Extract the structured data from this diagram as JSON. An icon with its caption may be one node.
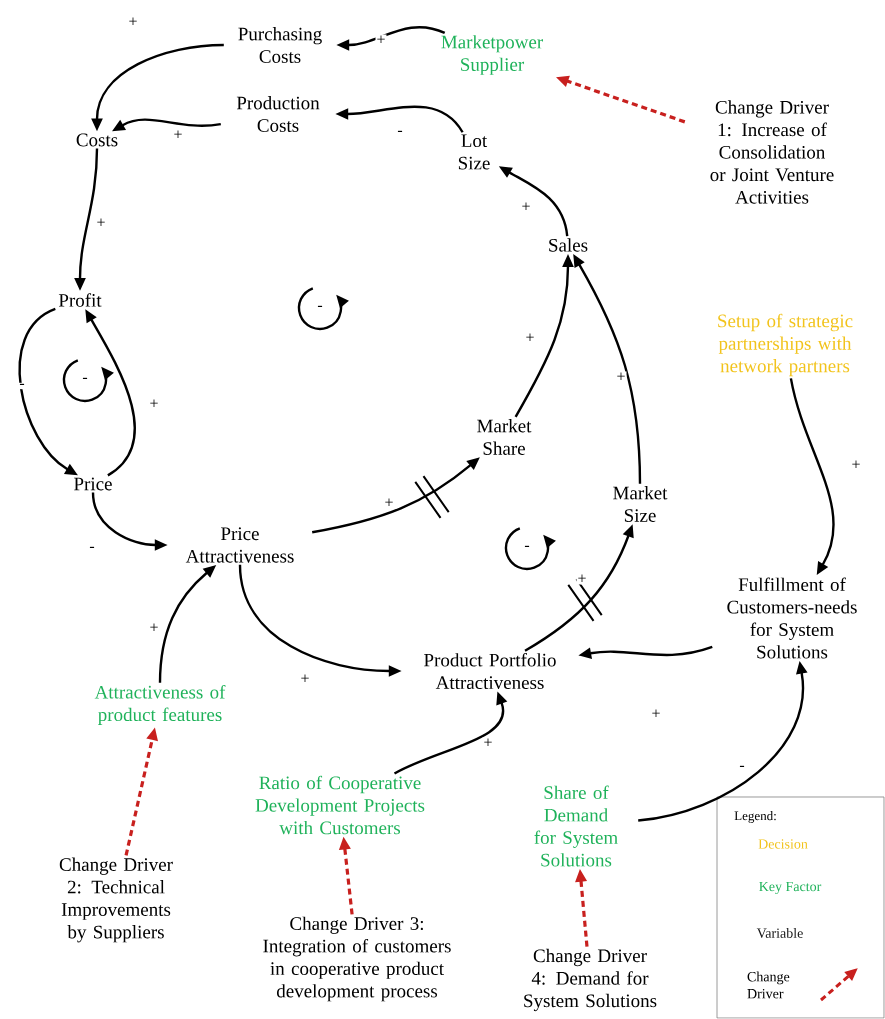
{
  "diagram": {
    "nodes": [
      {
        "text": [
          "Purchasing Costs"
        ]
      },
      {
        "text": [
          "Marketpower Supplier"
        ]
      },
      {
        "text": [
          "Change Driver 1: Increase of Consolidation or Joint Venture Activities"
        ]
      },
      {
        "text": [
          "Production Costs"
        ]
      },
      {
        "text": [
          "Costs"
        ]
      },
      {
        "text": [
          "Lot Size"
        ]
      },
      {
        "text": [
          "Sales"
        ]
      },
      {
        "text": [
          "Profit"
        ]
      },
      {
        "text": [
          "Setup of strategic partnerships with network partners"
        ]
      },
      {
        "text": [
          "Market Share"
        ]
      },
      {
        "text": [
          "Price"
        ]
      },
      {
        "text": [
          "Market Size"
        ]
      },
      {
        "text": [
          "Price Attractiveness"
        ]
      },
      {
        "text": [
          "Fulfillment of Customers-needs for System Solutions"
        ]
      },
      {
        "text": [
          "Product Portfolio Attractiveness"
        ]
      },
      {
        "text": [
          "Attractiveness of product features"
        ]
      },
      {
        "text": [
          "Ratio of Cooperative Development Projects with Customers"
        ]
      },
      {
        "text": [
          "Share of Demand for System Solutions"
        ]
      },
      {
        "text": [
          "Change Driver 2: Technical Improvements by Suppliers"
        ]
      },
      {
        "text": [
          "Change Driver 3: Integration of customers in cooperative product development process"
        ]
      },
      {
        "text": [
          "Change Driver 4: Demand for System Solutions"
        ]
      }
    ],
    "edges": [
      {
        "from": 1,
        "to": 0,
        "arrow": "to",
        "label": "+"
      },
      {
        "from": 2,
        "to": 1,
        "arrow": "to",
        "style": "dashed",
        "color": "#c8201e"
      },
      {
        "from": 0,
        "to": 4,
        "arrow": "to",
        "label": "+"
      },
      {
        "from": 3,
        "to": 4,
        "arrow": "to",
        "label": "+"
      },
      {
        "from": 5,
        "to": 3,
        "arrow": "to",
        "label": "-"
      },
      {
        "from": 6,
        "to": 5,
        "arrow": "to",
        "label": "+"
      },
      {
        "from": 4,
        "to": 7,
        "arrow": "to",
        "label": "+"
      },
      {
        "from": 7,
        "to": 10,
        "arrow": "to",
        "label": "-"
      },
      {
        "from": 10,
        "to": 7,
        "arrow": "to",
        "label": "+"
      },
      {
        "from": 10,
        "to": 12,
        "arrow": "to",
        "label": "-"
      },
      {
        "from": 12,
        "to": 9,
        "arrow": "to",
        "label": "+"
      },
      {
        "from": 9,
        "to": 6,
        "arrow": "to",
        "label": "+"
      },
      {
        "from": 11,
        "to": 6,
        "arrow": "to",
        "label": "+"
      },
      {
        "from": 12,
        "to": 14,
        "arrow": "to",
        "label": "+"
      },
      {
        "from": 14,
        "to": 11,
        "arrow": "to",
        "label": "+"
      },
      {
        "from": 8,
        "to": 13,
        "arrow": "to",
        "label": "+"
      },
      {
        "from": 13,
        "to": 14,
        "arrow": "to",
        "label": "+"
      },
      {
        "from": 15,
        "to": 12,
        "arrow": "to",
        "label": "+"
      },
      {
        "from": 16,
        "to": 14,
        "arrow": "to",
        "label": "+"
      },
      {
        "from": 17,
        "to": 13,
        "arrow": "to",
        "label": "-"
      },
      {
        "from": 18,
        "to": 15,
        "arrow": "to",
        "style": "dashed",
        "color": "#c8201e"
      },
      {
        "from": 19,
        "to": 16,
        "arrow": "to",
        "style": "dashed",
        "color": "#c8201e"
      },
      {
        "from": 20,
        "to": 17,
        "arrow": "to",
        "style": "dashed",
        "color": "#c8201e"
      }
    ],
    "labels": [
      "-",
      "-",
      "-",
      "Legend:"
    ],
    "legend": [
      {
        "text": "Decision",
        "color": "#f2c31b"
      },
      {
        "text": "Key Factor",
        "color": "#1fb25a"
      },
      {
        "text": "Variable",
        "color": "#1a1a1a"
      },
      {
        "text": "Change Driver"
      }
    ]
  }
}
